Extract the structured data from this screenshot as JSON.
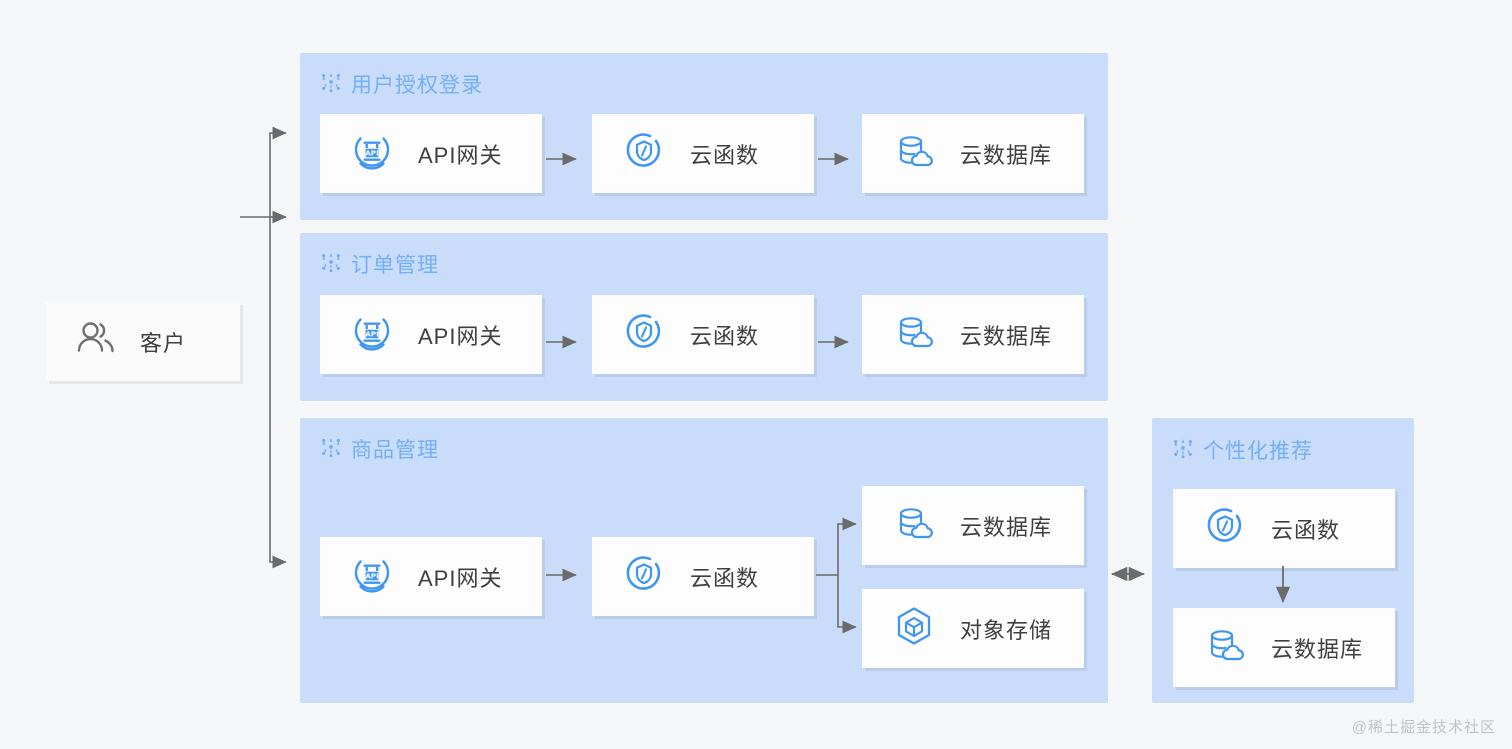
{
  "diagram": {
    "title_watermark": "@稀土掘金技术社区",
    "accent_panel": "#c9dcfa",
    "accent_title": "#74b0f7",
    "accent_icon": "#3e96f0",
    "card_bg": "#fdfdfd",
    "arrow_color": "#6b6b6b"
  },
  "client": {
    "label": "客户",
    "icon": "users-icon"
  },
  "groups": [
    {
      "id": "auth",
      "title": "用户授权登录",
      "icon": "topology-icon",
      "nodes": [
        {
          "label": "API网关",
          "icon": "api-gateway-icon"
        },
        {
          "label": "云函数",
          "icon": "cloud-function-icon"
        },
        {
          "label": "云数据库",
          "icon": "cloud-database-icon"
        }
      ]
    },
    {
      "id": "order",
      "title": "订单管理",
      "icon": "topology-icon",
      "nodes": [
        {
          "label": "API网关",
          "icon": "api-gateway-icon"
        },
        {
          "label": "云函数",
          "icon": "cloud-function-icon"
        },
        {
          "label": "云数据库",
          "icon": "cloud-database-icon"
        }
      ]
    },
    {
      "id": "product",
      "title": "商品管理",
      "icon": "topology-icon",
      "nodes": [
        {
          "label": "API网关",
          "icon": "api-gateway-icon"
        },
        {
          "label": "云函数",
          "icon": "cloud-function-icon"
        },
        {
          "label": "云数据库",
          "icon": "cloud-database-icon"
        },
        {
          "label": "对象存储",
          "icon": "object-storage-icon"
        }
      ]
    },
    {
      "id": "recommend",
      "title": "个性化推荐",
      "icon": "topology-icon",
      "nodes": [
        {
          "label": "云函数",
          "icon": "cloud-function-icon"
        },
        {
          "label": "云数据库",
          "icon": "cloud-database-icon"
        }
      ]
    }
  ]
}
